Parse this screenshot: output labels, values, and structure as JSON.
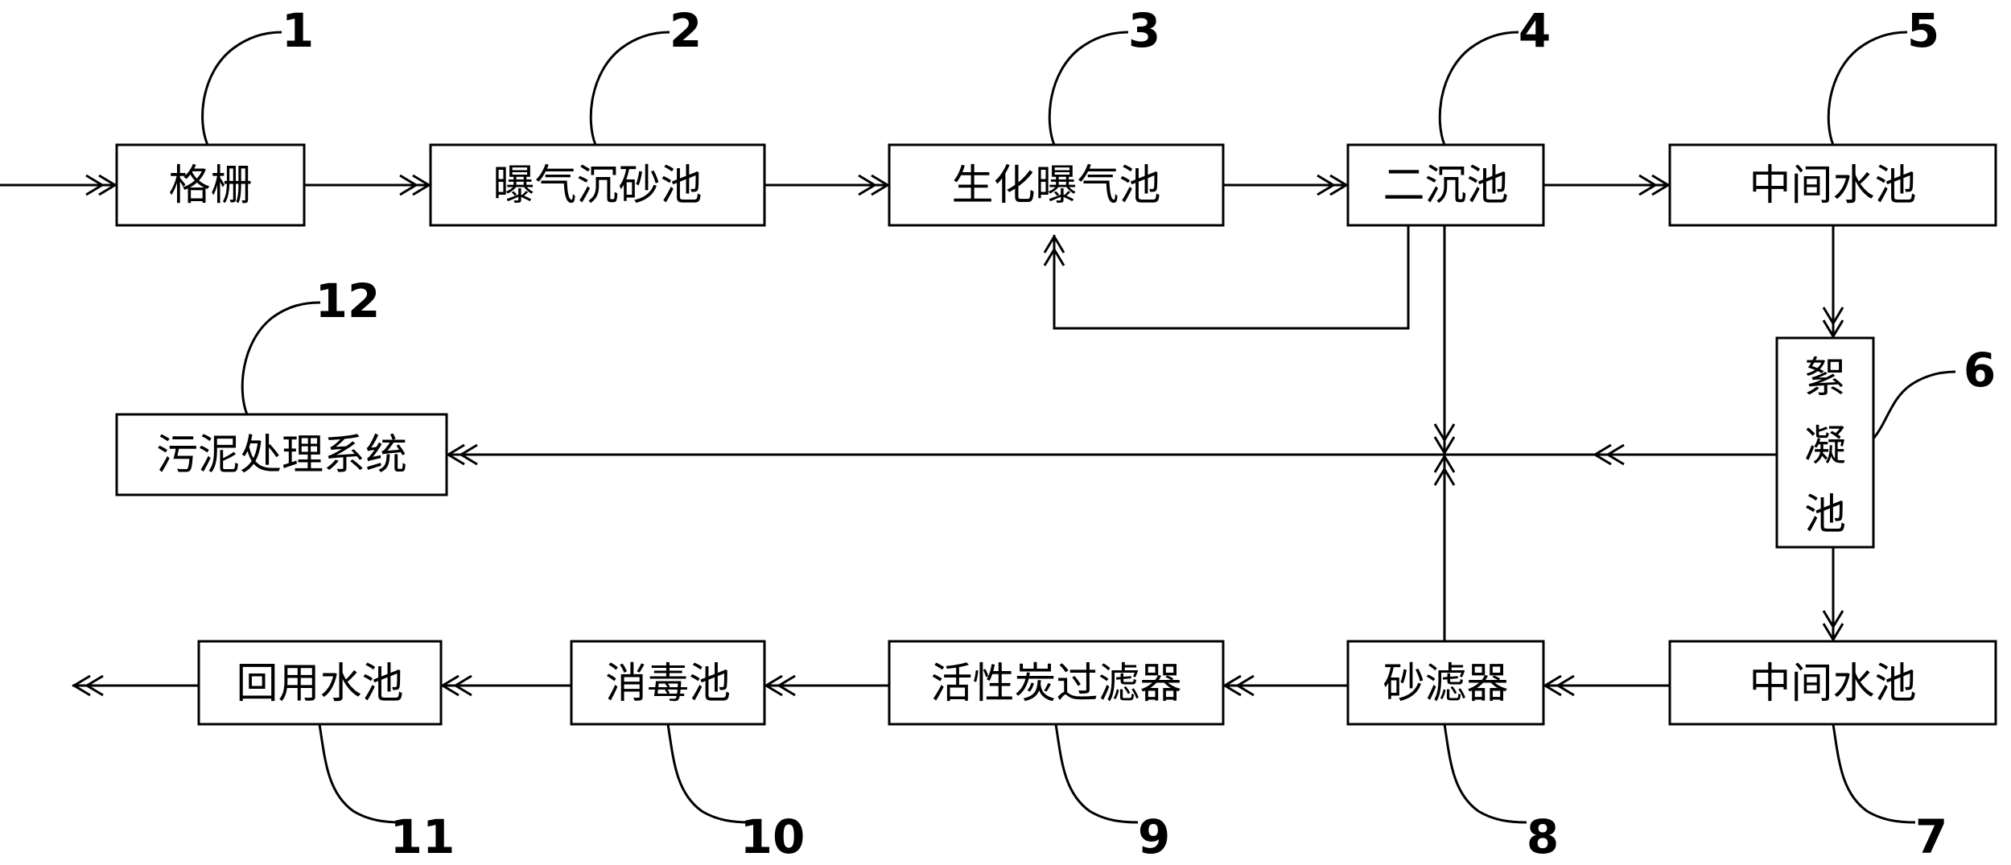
{
  "boxes": {
    "b1": "格栅",
    "b2": "曝气沉砂池",
    "b3": "生化曝气池",
    "b4": "二沉池",
    "b5": "中间水池",
    "b6": [
      "絮",
      "凝",
      "池"
    ],
    "b7": "中间水池",
    "b8": "砂滤器",
    "b9": "活性炭过滤器",
    "b10": "消毒池",
    "b11": "回用水池",
    "b12": "污泥处理系统"
  },
  "numbers": {
    "n1": "1",
    "n2": "2",
    "n3": "3",
    "n4": "4",
    "n5": "5",
    "n6": "6",
    "n7": "7",
    "n8": "8",
    "n9": "9",
    "n10": "10",
    "n11": "11",
    "n12": "12"
  }
}
